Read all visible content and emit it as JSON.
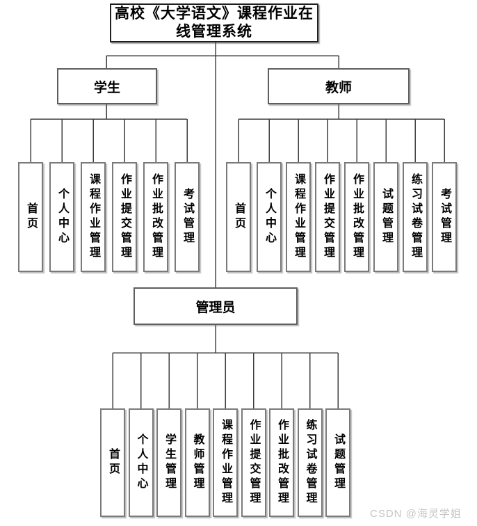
{
  "diagram": {
    "title": "高校《大学语文》课程作业在线管理系统",
    "roles": {
      "student": {
        "label": "学生",
        "children": [
          "首页",
          "个人中心",
          "课程作业管理",
          "作业提交管理",
          "作业批改管理",
          "考试管理"
        ]
      },
      "teacher": {
        "label": "教师",
        "children": [
          "首页",
          "个人中心",
          "课程作业管理",
          "作业提交管理",
          "作业批改管理",
          "试题管理",
          "练习试卷管理",
          "考试管理"
        ]
      },
      "admin": {
        "label": "管理员",
        "children": [
          "首页",
          "个人中心",
          "学生管理",
          "教师管理",
          "课程作业管理",
          "作业提交管理",
          "作业批改管理",
          "练习试卷管理",
          "试题管理"
        ]
      }
    },
    "colors": {
      "connector": "#3c3c3c",
      "box_border": "#7a7a7a",
      "title_border": "#1f1f1f",
      "watermark": "#c5c5c5"
    }
  },
  "watermark": {
    "text": "CSDN @海灵学姐"
  }
}
